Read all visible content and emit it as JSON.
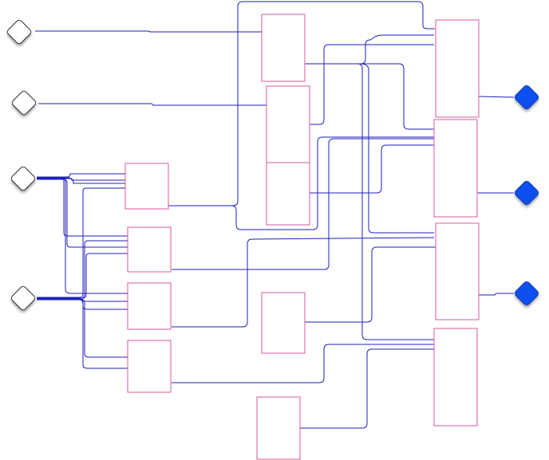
{
  "diagram": {
    "colors": {
      "background": "#ffffff",
      "edge": "#1f1fb8",
      "block_stroke": "#d85a9e",
      "block_fill": "#ffffff",
      "input_fill": "#ffffff",
      "input_stroke": "#222222",
      "output_fill": "#0a50f0",
      "output_stroke": "#0a3aa8"
    },
    "inputs": [
      {
        "id": "in-1"
      },
      {
        "id": "in-2"
      },
      {
        "id": "in-3"
      },
      {
        "id": "in-4"
      }
    ],
    "outputs": [
      {
        "id": "out-1"
      },
      {
        "id": "out-2"
      },
      {
        "id": "out-3"
      }
    ],
    "blocks": [
      {
        "id": "b-1"
      },
      {
        "id": "b-2"
      },
      {
        "id": "b-3"
      },
      {
        "id": "b-4"
      },
      {
        "id": "b-5"
      },
      {
        "id": "b-6"
      },
      {
        "id": "b-7"
      },
      {
        "id": "b-8"
      },
      {
        "id": "b-9"
      },
      {
        "id": "b-10"
      },
      {
        "id": "b-11"
      },
      {
        "id": "b-12"
      },
      {
        "id": "b-13"
      },
      {
        "id": "b-14"
      }
    ]
  }
}
